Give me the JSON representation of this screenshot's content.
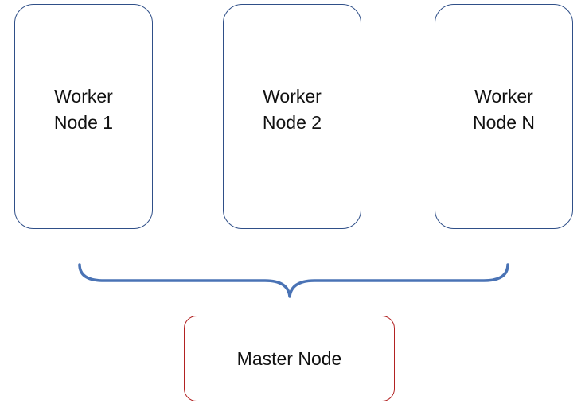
{
  "workers": [
    {
      "line1": "Worker",
      "line2": "Node 1"
    },
    {
      "line1": "Worker",
      "line2": "Node 2"
    },
    {
      "line1": "Worker",
      "line2": "Node N"
    }
  ],
  "master": {
    "label": "Master Node"
  },
  "colors": {
    "worker_border": "#2f4f88",
    "master_border": "#b22222",
    "brace": "#4a73b5"
  }
}
